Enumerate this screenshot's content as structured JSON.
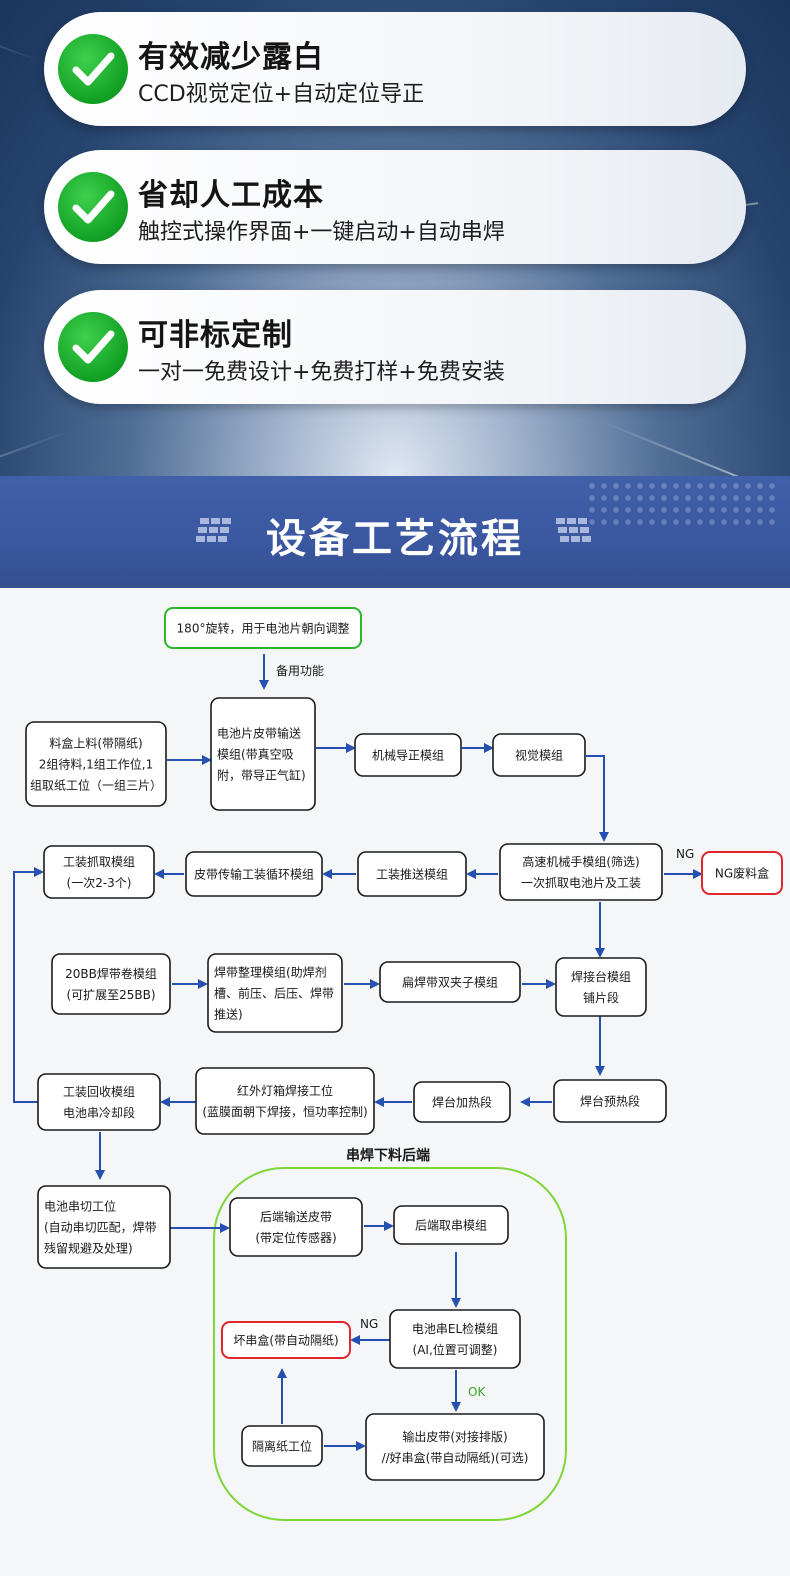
{
  "features": [
    {
      "title": "有效减少露白",
      "subtitle": "CCD视觉定位+自动定位导正",
      "icon": "check-icon"
    },
    {
      "title": "省却人工成本",
      "subtitle": "触控式操作界面+一键启动+自动串焊",
      "icon": "check-icon"
    },
    {
      "title": "可非标定制",
      "subtitle": "一对一免费设计+免费打样+免费安装",
      "icon": "check-icon"
    }
  ],
  "section_title": "设备工艺流程",
  "colors": {
    "accent_blue": "#3a57a0",
    "check_green": "#12a024",
    "arrow_blue": "#2550b0",
    "ok_green": "#3aa52a",
    "ng_red": "#e0262a",
    "group_outline": "#7fd63a"
  },
  "flow": {
    "group_title": "串焊下料后端",
    "labels": {
      "backup": "备用功能",
      "ng1": "NG",
      "ng2": "NG",
      "ok": "OK"
    },
    "nodes": [
      {
        "id": "rotate",
        "lines": [
          "180°旋转，用于电池片朝向调整"
        ]
      },
      {
        "id": "box_feed",
        "lines": [
          "料盒上料(带隔纸)",
          "2组待料,1组工作位,1",
          "组取纸工位（一组三片）"
        ]
      },
      {
        "id": "belt_convey",
        "lines": [
          "电池片皮带输送",
          "模组(带真空吸",
          "附，带导正气缸)"
        ]
      },
      {
        "id": "mech_align",
        "lines": [
          "机械导正模组"
        ]
      },
      {
        "id": "vision",
        "lines": [
          "视觉模组"
        ]
      },
      {
        "id": "fixture_pick",
        "lines": [
          "工装抓取模组",
          "(一次2-3个)"
        ]
      },
      {
        "id": "belt_loop",
        "lines": [
          "皮带传输工装循环模组"
        ]
      },
      {
        "id": "fixture_push",
        "lines": [
          "工装推送模组"
        ]
      },
      {
        "id": "robot",
        "lines": [
          "高速机械手模组(筛选)",
          "一次抓取电池片及工装"
        ]
      },
      {
        "id": "ng_box",
        "lines": [
          "NG废料盒"
        ]
      },
      {
        "id": "ribbon_reel",
        "lines": [
          "20BB焊带卷模组",
          "(可扩展至25BB)"
        ]
      },
      {
        "id": "ribbon_arrange",
        "lines": [
          "焊带整理模组(助焊剂",
          "槽、前压、后压、焊带",
          "推送)"
        ]
      },
      {
        "id": "flat_clamp",
        "lines": [
          "扁焊带双夹子模组"
        ]
      },
      {
        "id": "weld_table",
        "lines": [
          "焊接台模组",
          "铺片段"
        ]
      },
      {
        "id": "fixture_recycle",
        "lines": [
          "工装回收模组",
          "电池串冷却段"
        ]
      },
      {
        "id": "ir_lamp",
        "lines": [
          "红外灯箱焊接工位",
          "(蓝膜面朝下焊接，恒功率控制)"
        ]
      },
      {
        "id": "heat",
        "lines": [
          "焊台加热段"
        ]
      },
      {
        "id": "preheat",
        "lines": [
          "焊台预热段"
        ]
      },
      {
        "id": "cut",
        "lines": [
          "电池串切工位",
          "(自动串切匹配，焊带",
          "残留规避及处理)"
        ]
      },
      {
        "id": "rear_belt",
        "lines": [
          "后端输送皮带",
          "(带定位传感器)"
        ]
      },
      {
        "id": "rear_take",
        "lines": [
          "后端取串模组"
        ]
      },
      {
        "id": "el",
        "lines": [
          "电池串EL检模组",
          "(AI,位置可调整)"
        ]
      },
      {
        "id": "bad_box",
        "lines": [
          "坏串盒(带自动隔纸)"
        ]
      },
      {
        "id": "paper",
        "lines": [
          "隔离纸工位"
        ]
      },
      {
        "id": "output",
        "lines": [
          "输出皮带(对接排版)",
          "//好串盒(带自动隔纸)(可选)"
        ]
      }
    ]
  }
}
